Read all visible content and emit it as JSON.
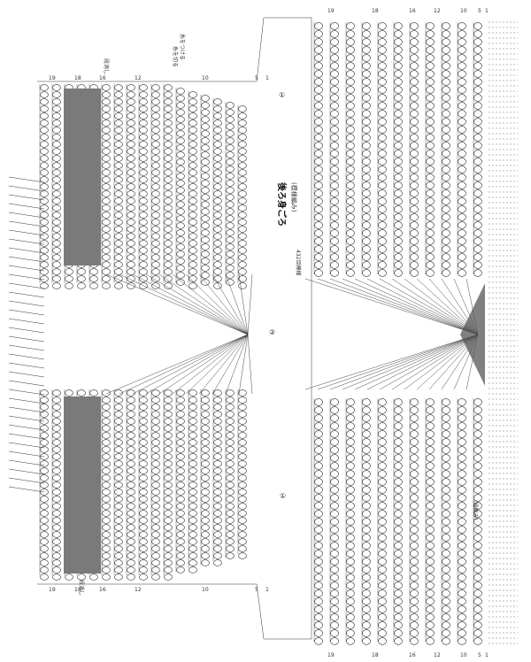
{
  "diagram": {
    "title": "後ろ身ごろ",
    "subtitle": "(模様編み)",
    "stitch_note": "432目模様",
    "section_1": "①",
    "section_2": "②",
    "edge_labels": {
      "top_left": "段消し",
      "bottom_left": "段消し",
      "legend_attach": "糸をつける",
      "legend_cut": "糸を切る",
      "bottom_right": "(縁編み)"
    },
    "row_numbers": [
      "19",
      "18",
      "16",
      "12",
      "10",
      "5",
      "1"
    ],
    "colors": {
      "line": "#333333",
      "shade": "#7a7a7a",
      "paper": "#ffffff"
    }
  }
}
